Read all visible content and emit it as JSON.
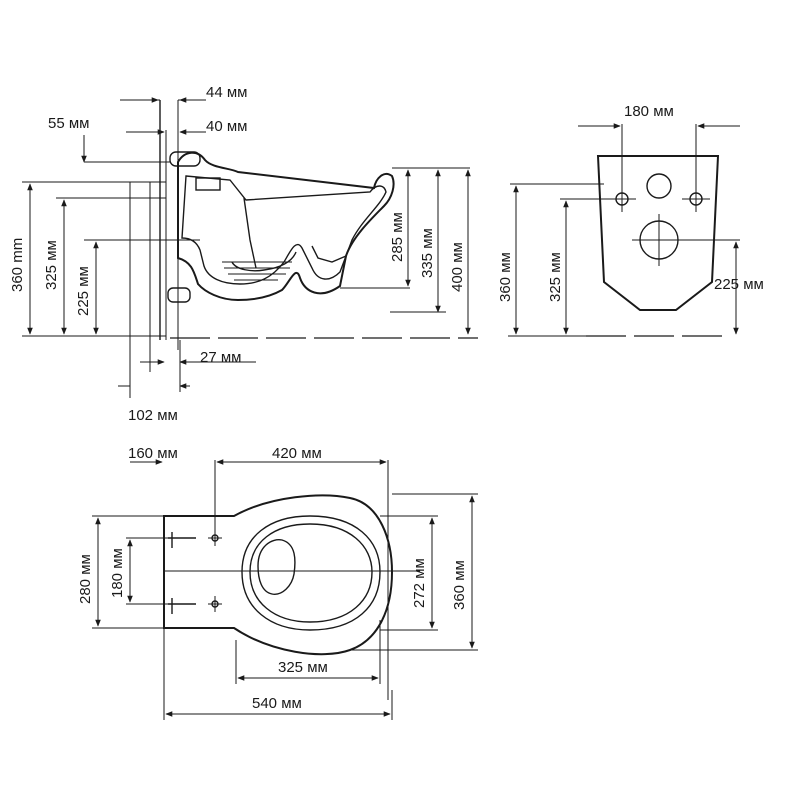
{
  "side_view": {
    "dim_44": "44 мм",
    "dim_55": "55 мм",
    "dim_40": "40 мм",
    "dim_360": "360 mm",
    "dim_325": "325 мм",
    "dim_225": "225 мм",
    "dim_285": "285 мм",
    "dim_335": "335 мм",
    "dim_400": "400 мм",
    "dim_27": "27 мм",
    "dim_102": "102 мм"
  },
  "rear_view": {
    "dim_180": "180 мм",
    "dim_360": "360 мм",
    "dim_325": "325 мм",
    "dim_225": "225 мм"
  },
  "top_view": {
    "dim_160": "160 мм",
    "dim_420": "420 мм",
    "dim_280": "280 мм",
    "dim_180": "180 мм",
    "dim_272": "272 мм",
    "dim_360": "360 мм",
    "dim_325": "325 мм",
    "dim_540": "540 мм"
  }
}
